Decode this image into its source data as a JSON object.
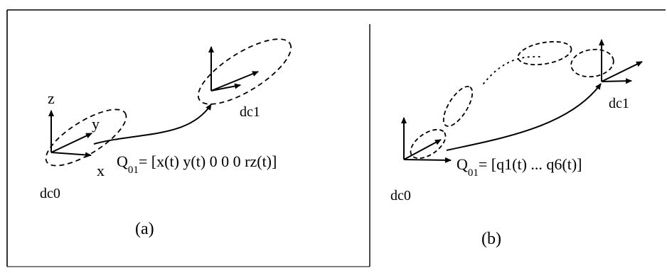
{
  "panel_a": {
    "caption": "(a)",
    "frame_start_label": "dc0",
    "frame_end_label": "dc1",
    "axis_labels": {
      "z": "z",
      "y": "y",
      "x": "x"
    },
    "equation": {
      "symbol": "Q",
      "subscript": "01",
      "rhs": "= [x(t) y(t) 0  0 0 rz(t)]"
    }
  },
  "panel_b": {
    "caption": "(b)",
    "frame_start_label": "dc0",
    "frame_end_label": "dc1",
    "equation": {
      "symbol": "Q",
      "subscript": "01",
      "rhs": "= [q1(t) ... q6(t)]"
    }
  }
}
